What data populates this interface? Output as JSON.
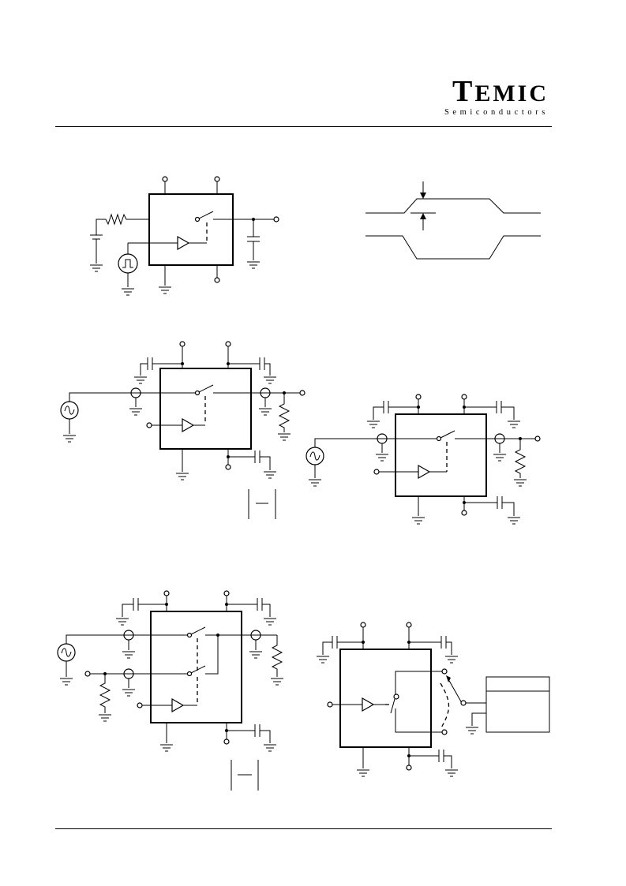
{
  "header": {
    "brand_initial": "T",
    "brand_rest": "EMIC",
    "brand_sub": "Semiconductors"
  },
  "colors": {
    "ink": "#000000",
    "paper": "#ffffff"
  }
}
